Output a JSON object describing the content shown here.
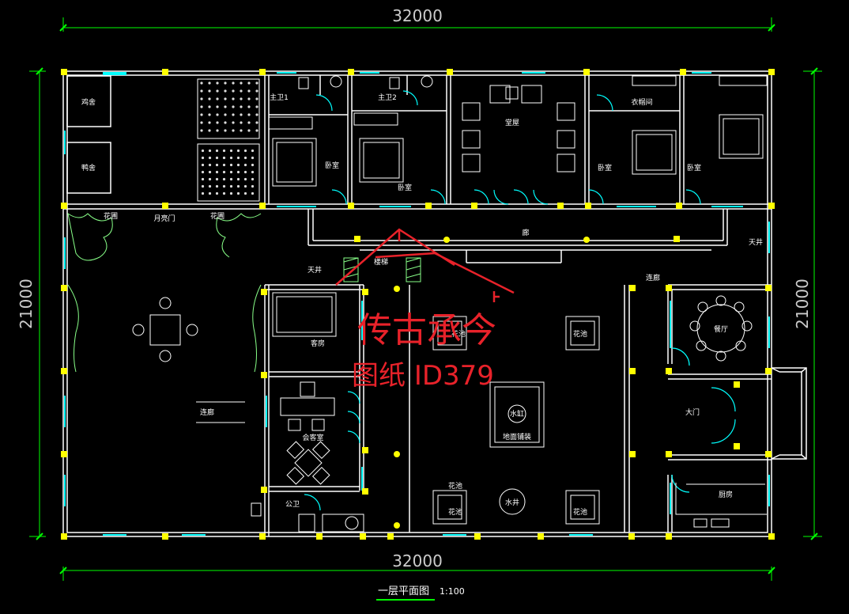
{
  "dimensions": {
    "top": "32000",
    "bottom": "32000",
    "left": "21000",
    "right": "21000"
  },
  "rooms": {
    "chicken_coop": "鸡舍",
    "duck_coop": "鸭舍",
    "master_bath_1": "主卫1",
    "master_bath_2": "主卫2",
    "bedroom_1": "卧室",
    "bedroom_2": "卧室",
    "living": "堂屋",
    "cloakroom": "衣帽间",
    "bedroom_3": "卧室",
    "bedroom_4": "卧室",
    "flower_bed_1": "花圃",
    "moon_gate": "月亮门",
    "flower_bed_2": "花圃",
    "corridor": "廊",
    "courtyard_1": "天井",
    "stairs": "楼梯",
    "courtyard_2": "天井",
    "verandah": "连廊",
    "guest_room": "客房",
    "dining": "餐厅",
    "tea_room": "会客室",
    "veranda_seat": "连廊",
    "main_gate": "大门",
    "water_tank": "水缸",
    "floor_pattern": "地面铺装",
    "flower_pool_1": "花池",
    "flower_pool_2": "花池",
    "flower_pool_3": "花池",
    "flower_pool_4": "花池",
    "flower_pool_5": "花池",
    "well": "水井",
    "public_bath": "公卫",
    "kitchen": "厨房"
  },
  "watermark": {
    "text": "传古承今",
    "id": "图纸 ID379"
  },
  "caption": {
    "title": "一层平面图",
    "scale": "1:100"
  },
  "colors": {
    "wall": "#ffffff",
    "dimension": "#00ff00",
    "window": "#00ffff",
    "column": "#ffff00",
    "watermark": "#e8222a"
  }
}
